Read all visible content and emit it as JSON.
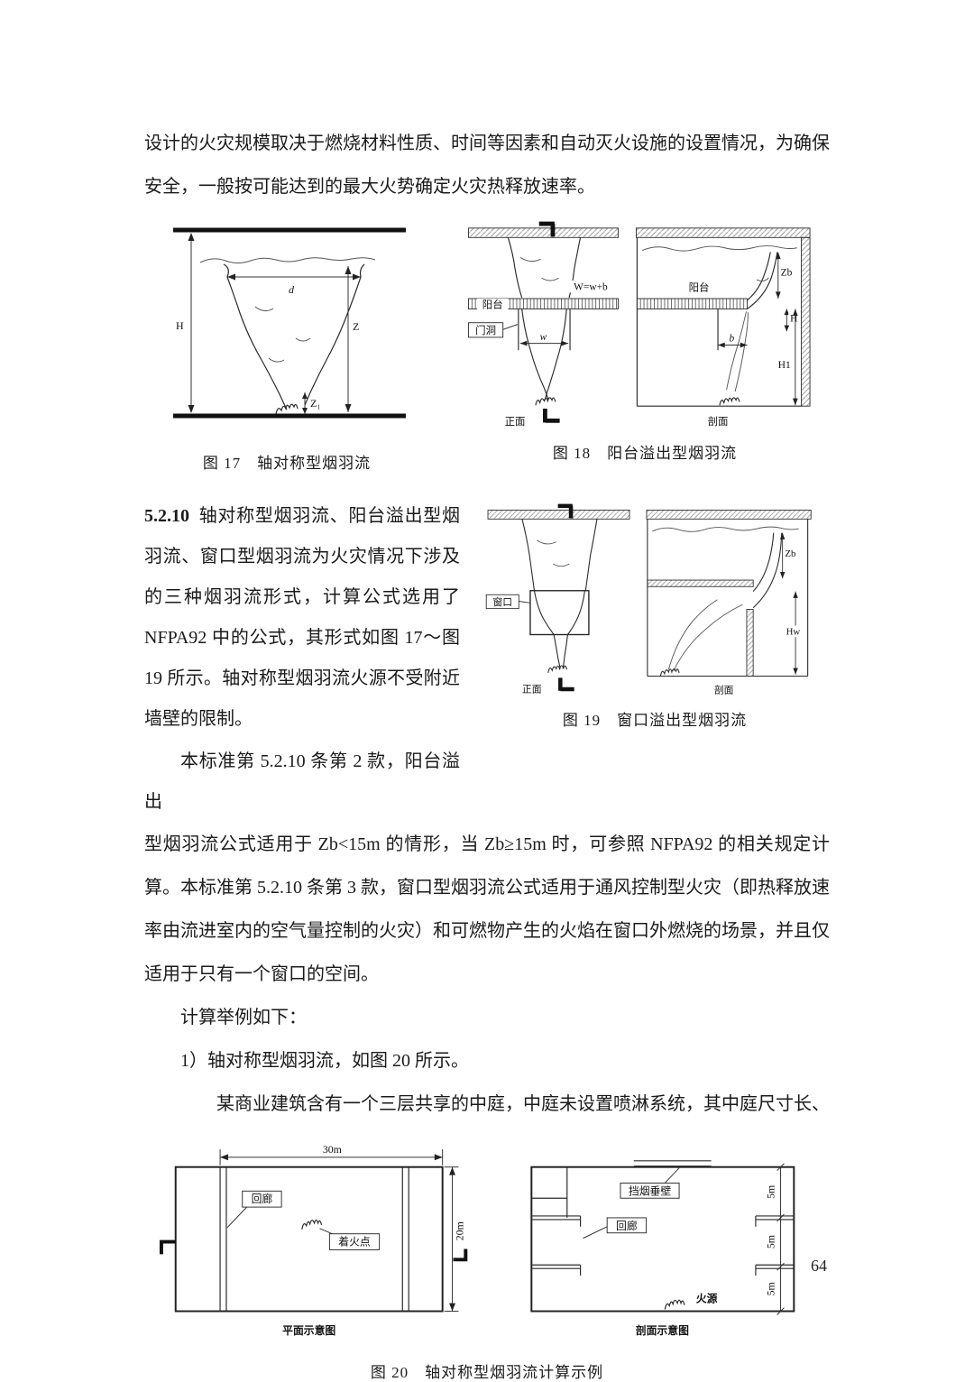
{
  "page": {
    "number": "64"
  },
  "text": {
    "p1": "设计的火灾规模取决于燃烧材料性质、时间等因素和自动灭火设施的设置情况，为确保安全，一般按可能达到的最大火势确定火灾热释放速率。",
    "section_number": "5.2.10",
    "section_body": "轴对称型烟羽流、阳台溢出型烟羽流、窗口型烟羽流为火灾情况下涉及的三种烟羽流形式，计算公式选用了 NFPA92 中的公式，其形式如图 17～图 19 所示。轴对称型烟羽流火源不受附近墙壁的限制。",
    "p2_start": "本标准第 5.2.10 条第 2 款，阳台溢出",
    "p2_cont": "型烟羽流公式适用于 Zb<15m 的情形，当 Zb≥15m 时，可参照 NFPA92 的相关规定计算。本标准第 5.2.10 条第 3 款，窗口型烟羽流公式适用于通风控制型火灾（即热释放速率由流进室内的空气量控制的火灾）和可燃物产生的火焰在窗口外燃烧的场景，并且仅适用于只有一个窗口的空间。",
    "p3": "计算举例如下：",
    "p4": "1）轴对称型烟羽流，如图 20 所示。",
    "p5": "某商业建筑含有一个三层共享的中庭，中庭未设置喷淋系统，其中庭尺寸长、"
  },
  "fig17": {
    "caption": "图 17　轴对称型烟羽流",
    "label_H": "H",
    "label_d": "d",
    "label_Z": "Z",
    "label_Z1": "Z₁"
  },
  "fig18": {
    "caption": "图 18　阳台溢出型烟羽流",
    "label_balcony_front": "阳台",
    "label_w_formula": "W=w+b",
    "label_door": "门洞",
    "label_w": "w",
    "label_front": "正面",
    "label_balcony_section": "阳台",
    "label_Zb": "Zb",
    "label_H": "H",
    "label_b": "b",
    "label_H1": "H1",
    "label_section": "剖面"
  },
  "fig19": {
    "caption": "图 19　窗口溢出型烟羽流",
    "label_window": "窗口",
    "label_front": "正面",
    "label_Zb": "Zb",
    "label_Hw": "Hw",
    "label_section": "剖面"
  },
  "fig20": {
    "caption": "图 20　轴对称型烟羽流计算示例",
    "label_30m": "30m",
    "label_20m": "20m",
    "label_corridor_plan": "回廊",
    "label_fire_point": "着火点",
    "label_plan": "平面示意图",
    "label_barrier": "挡烟垂壁",
    "label_corridor_section": "回廊",
    "label_fire_source": "火源",
    "label_5m_1": "5m",
    "label_5m_2": "5m",
    "label_5m_3": "5m",
    "label_section": "剖面示意图"
  }
}
